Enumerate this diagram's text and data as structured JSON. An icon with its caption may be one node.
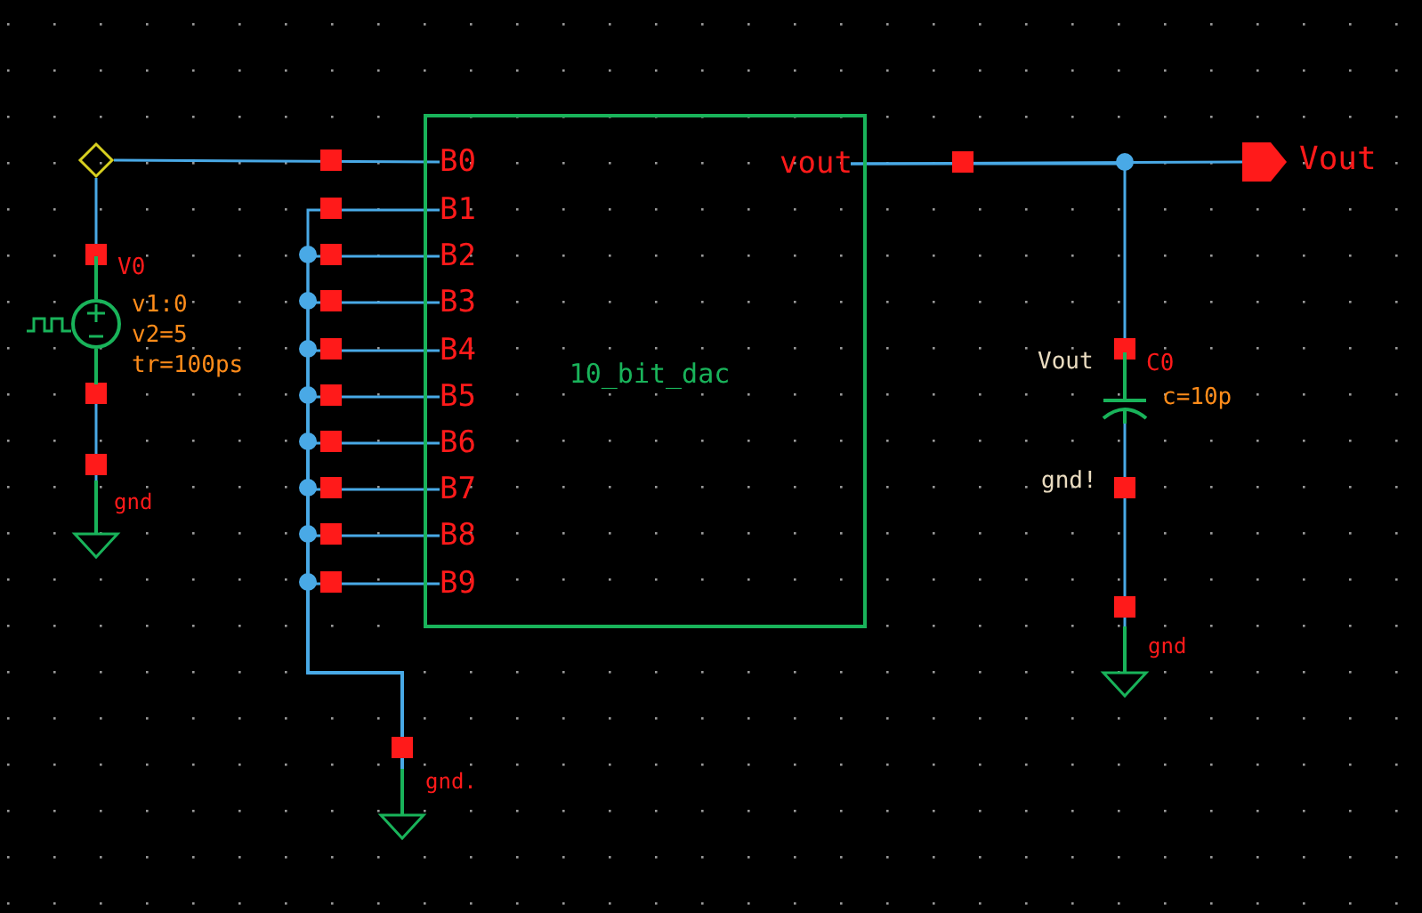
{
  "diagram": {
    "nodes": [
      {
        "text": [
          "10_bit_dac"
        ]
      },
      {
        "text": [
          "B0"
        ],
        "in": 0
      },
      {
        "text": [
          "B1"
        ],
        "in": 0
      },
      {
        "text": [
          "B2"
        ],
        "in": 0
      },
      {
        "text": [
          "B3"
        ],
        "in": 0
      },
      {
        "text": [
          "B4"
        ],
        "in": 0
      },
      {
        "text": [
          "B5"
        ],
        "in": 0
      },
      {
        "text": [
          "B6"
        ],
        "in": 0
      },
      {
        "text": [
          "B7"
        ],
        "in": 0
      },
      {
        "text": [
          "B8"
        ],
        "in": 0
      },
      {
        "text": [
          "B9"
        ],
        "in": 0
      },
      {
        "text": [
          "vout"
        ],
        "in": 0
      },
      {
        "text": [
          "V0",
          "v1:0",
          "v2=5",
          "tr=100ps"
        ]
      },
      {
        "text": [],
        "shape": "diamond"
      },
      {
        "text": [
          "gnd"
        ]
      },
      {
        "text": [
          "gnd."
        ]
      },
      {
        "text": [
          "C0",
          "c=10p"
        ],
        "beside": [
          "Vout",
          "gnd!"
        ]
      },
      {
        "text": [
          "Vout"
        ]
      },
      {
        "text": [
          "gnd"
        ]
      }
    ],
    "edges": [
      {
        "from": 13,
        "to": 12,
        "arrow": "none"
      },
      {
        "from": 13,
        "to": 1,
        "arrow": "none"
      },
      {
        "from": 12,
        "to": 14,
        "arrow": "none"
      },
      {
        "from": 2,
        "to": 15,
        "arrow": "none"
      },
      {
        "from": 3,
        "to": 15,
        "arrow": "none"
      },
      {
        "from": 4,
        "to": 15,
        "arrow": "none"
      },
      {
        "from": 5,
        "to": 15,
        "arrow": "none"
      },
      {
        "from": 6,
        "to": 15,
        "arrow": "none"
      },
      {
        "from": 7,
        "to": 15,
        "arrow": "none"
      },
      {
        "from": 8,
        "to": 15,
        "arrow": "none"
      },
      {
        "from": 9,
        "to": 15,
        "arrow": "none"
      },
      {
        "from": 10,
        "to": 15,
        "arrow": "none"
      },
      {
        "from": 11,
        "to": 17,
        "arrow": "none"
      },
      {
        "from": 11,
        "to": 16,
        "arrow": "none"
      },
      {
        "from": 16,
        "to": 18,
        "arrow": "none"
      }
    ]
  }
}
